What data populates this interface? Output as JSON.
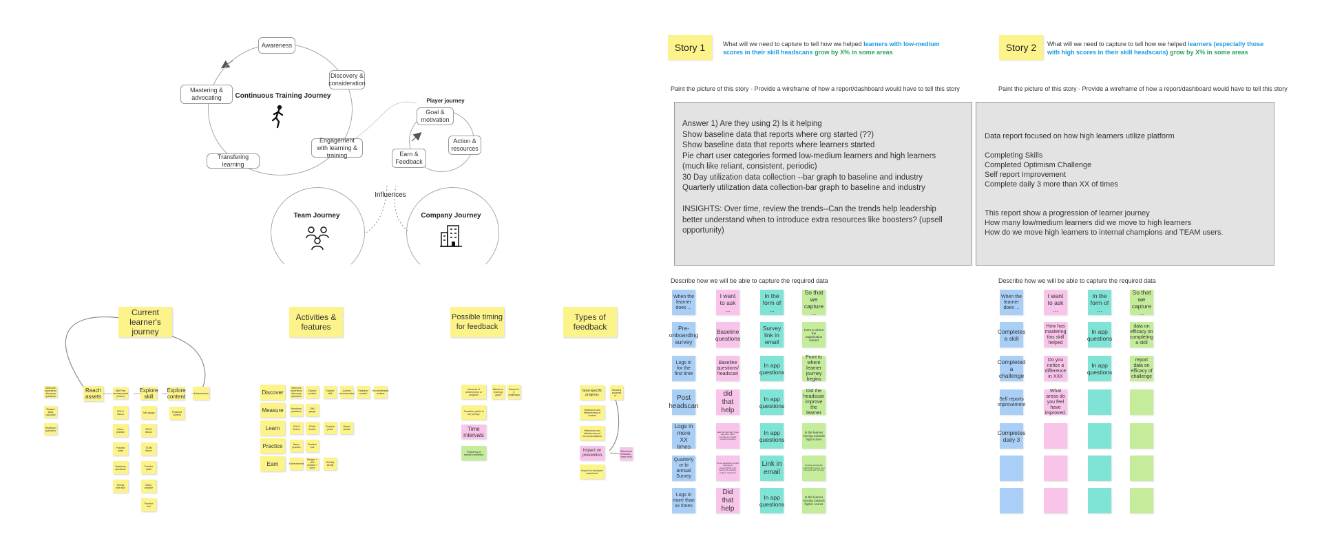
{
  "journey": {
    "title": "Continuous Training Journey",
    "stages": [
      "Awareness",
      "Discovery & consideration",
      "Engagement with learning & training",
      "Transfering learning",
      "Mastering & advocating"
    ],
    "player": {
      "title": "Player journey",
      "stages": [
        "Goal & motivation",
        "Action & resources",
        "Earn & Feedback"
      ]
    },
    "team_title": "Team Journey",
    "company_title": "Company Journey",
    "influences": "Influences"
  },
  "clusters": {
    "current": {
      "header": "Current learner's journey",
      "left_notes": [
        "Welcome experience discovery questions",
        "Related skills unlocked",
        "Headscan questions"
      ],
      "reach": "Reach assets",
      "small1": "Skill Prep recommended (Learn)",
      "col_explore_skill": [
        "Explore skill",
        "Skill gauge",
        "SOLO lesson",
        "TEAM lesson",
        "Practice pulse",
        "Nano-practice",
        "Practice tool"
      ],
      "col_left": [
        "SOLO lesson",
        "Nano-practice",
        "Practice pulse",
        "Headscan questions",
        "Unlock new skill"
      ],
      "explore_content": "Explore content",
      "featured": "Featured content",
      "achievements": "Achievements"
    },
    "activities": {
      "header": "Activities & features",
      "rows": [
        "Discover",
        "Measure",
        "Learn",
        "Practice",
        "Earn"
      ],
      "discover_notes": [
        "Welcome experience discovery questions",
        "Explore content",
        "Explore skill",
        "Journey recommended",
        "Featured content",
        "Recommended content"
      ],
      "measure_notes": [
        "Headscan questions",
        "Skill gauge"
      ],
      "learn_notes": [
        "SOLO lesson",
        "TEAM lesson",
        "Practice pulse",
        "Reach assets"
      ],
      "practice_notes": [
        "Nano-practice",
        "Practice tool"
      ],
      "earn_notes": [
        "Achievements",
        "Badges + skill unlocks + more",
        "Weekly streak"
      ]
    },
    "timing": {
      "header": "Possible timing for feedback",
      "notes": [
        "Moments of achievement or progress",
        "Based on learning goals",
        "Based on # challenges",
        "Transition points in the journey"
      ],
      "time_intervals": "Time intervals",
      "frequency": "Frequency of activity completion"
    },
    "types": {
      "header": "Types of feedback",
      "notes": [
        "Goal-specific progress",
        "Showing progress in ...",
        "Relevance and effectiveness of content",
        "Relevance and effectiveness of recommendations",
        "Impact on prevention",
        "Impact on employee experience",
        "Behavioral feedback - team level"
      ]
    }
  },
  "story1": {
    "tag": "Story 1",
    "question_prefix": "What will we need to capture to tell how we helped ",
    "question_blue": "learners with low-medium scores in their skill headscans",
    "question_green": " grow by X% in some areas",
    "paint": "Paint the picture of this story - Provide a wireframe of how a report/dashboard would have to tell this story",
    "panel_lines": [
      "Answer 1) Are they using 2) Is it helping",
      "Show baseline data that reports where org started (??)",
      "Show baseline data that reports where learners started",
      "Pie chart user categories formed low-medium learners and high learners",
      "(much like reliant, consistent, periodic)",
      "30 Day utilization data collection --bar graph to baseline and industry",
      "Quarterly utilization data collection-bar graph to baseline and industry",
      "",
      "INSIGHTS: Over time, review the trends--Can the trends help leadership",
      "better understand when to introduce extra resources like boosters? (upsell",
      "opportunity)"
    ],
    "describe": "Describe how we will be able to capture the required data",
    "grid_header": [
      "When the learner does ...",
      "I want to ask ...",
      "In the form of ...",
      "So that we capture ..."
    ],
    "rows": [
      [
        "Pre-onboarding survey",
        "Baseline questions",
        "Survey link in email",
        "Point to where the organization started"
      ],
      [
        "Logs in for the first time",
        "Baseline questions/ headscan",
        "In app questions",
        "Point to where learner journey begins"
      ],
      [
        "Post headscan",
        "did that help",
        "In app questions",
        "Did the headscan improve the learner"
      ],
      [
        "Logs in more XX times",
        "How did this help? How well did it help? Confidence handle stressful situation",
        "In app questions",
        "Is the learner moving towards high scores"
      ],
      [
        "Quarterly or bi annual Survey",
        "Some questions around learning & sustainability, new learning & tracking, helped, improved",
        "Link in email",
        "Pointing to how the organization grows over time and with the help"
      ],
      [
        "Logs in more than xx times",
        "Did that help",
        "In app questions",
        "Is the learner moving towards higher scores"
      ]
    ]
  },
  "story2": {
    "tag": "Story 2",
    "question_prefix": "What will we need to capture to tell how we helped ",
    "question_blue": "learners (especially those with high scores in their skill headscans)",
    "question_green": " grow by X% in some areas",
    "paint": "Paint the picture of this story - Provide a wireframe of how a report/dashboard would have to tell this story",
    "panel_lines": [
      "Data report focused on how high learners utilize platform",
      "",
      "Completing Skills",
      "Completed Optimism Challenge",
      "Self report Improvement",
      "Complete daily 3 more than XX of times",
      "",
      "",
      "This report show a progression of learner journey",
      "How many low/medium learners did we move to high learners",
      " How do we move high learners to internal champions and TEAM users."
    ],
    "describe": "Describe how we will be able to capture the required data",
    "grid_header": [
      "When the learner does ...",
      "I want to ask ...",
      "In the form of ...",
      "So that we capture ..."
    ],
    "rows": [
      [
        "Completes a skill",
        "How has mastering this skill helped",
        "In app questions",
        "data on efficacy on completing a skill"
      ],
      [
        "Completed a challenge",
        "Do you notice a difference in XXX",
        "In app questions",
        "report data on efficacy of challenge"
      ],
      [
        "Self reports improvement",
        "What areas do you feel have improved.",
        "",
        ""
      ],
      [
        "Completes daily 3",
        "",
        "",
        ""
      ],
      [
        "",
        "",
        "",
        ""
      ],
      [
        "",
        "",
        "",
        ""
      ]
    ]
  }
}
